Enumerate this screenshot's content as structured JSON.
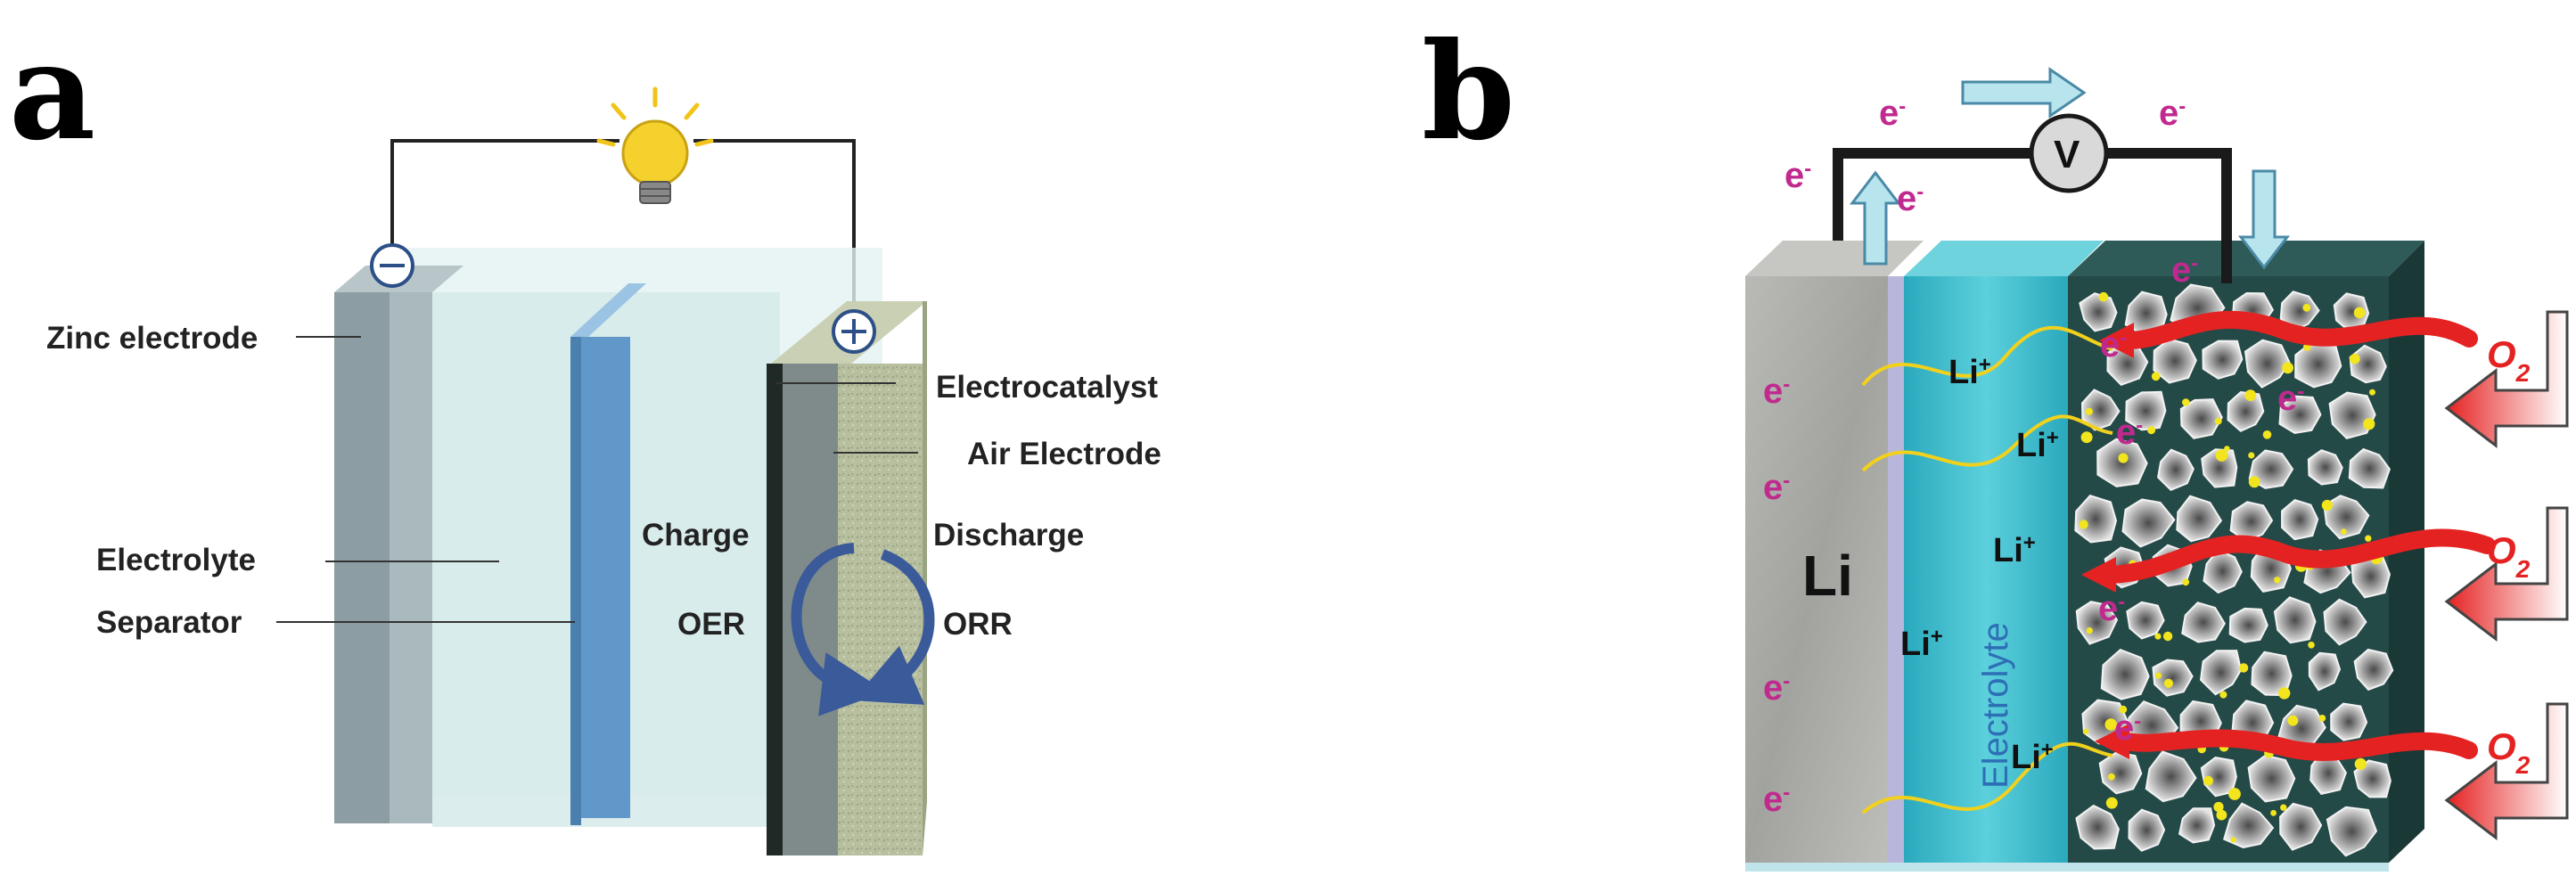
{
  "panel_a": {
    "letter": "a",
    "minus_symbol": "−",
    "plus_symbol": "+",
    "labels": {
      "zinc_electrode": "Zinc electrode",
      "electrocatalyst": "Electrocatalyst",
      "air_electrode": "Air Electrode",
      "charge": "Charge",
      "discharge": "Discharge",
      "electrolyte": "Electrolyte",
      "separator": "Separator",
      "oer": "OER",
      "orr": "ORR"
    },
    "colors": {
      "zinc": "#8c9ea3",
      "separator": "#5f98c9",
      "electrolyte": "#d6eaea",
      "air_electrode": "#b9c2a1",
      "arrows": "#3a5a9a"
    },
    "icons": [
      "light-bulb-icon",
      "minus-terminal-icon",
      "plus-terminal-icon",
      "charge-arrow-icon",
      "discharge-arrow-icon"
    ]
  },
  "panel_b": {
    "letter": "b",
    "voltmeter": "V",
    "electron": "e",
    "electron_sup": "-",
    "li": "Li",
    "li_ion": "Li",
    "li_ion_sup": "+",
    "electrolyte": "Electrolyte",
    "o2": "O",
    "o2_sub": "2",
    "colors": {
      "electron_text": "#c02a8e",
      "o2_arrow": "#e52222",
      "electrolyte": "#38b6c4",
      "cathode": "#244a48",
      "lithium": "#a9aaa6"
    },
    "icons": [
      "voltmeter-icon",
      "electron-flow-arrow-icon",
      "o2-inlet-arrow-icon"
    ]
  }
}
